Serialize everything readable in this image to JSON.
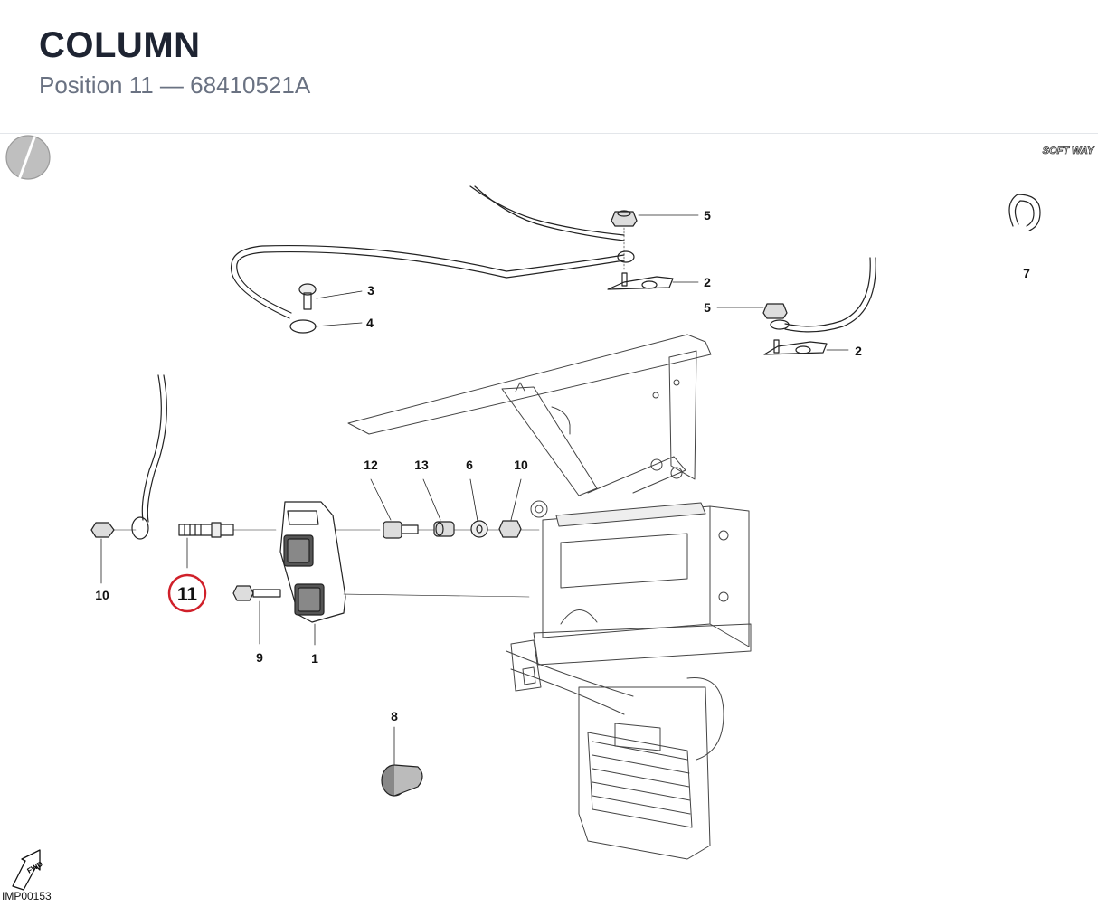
{
  "header": {
    "title": "COLUMN",
    "subtitle": "Position 11 — 68410521A"
  },
  "diagram": {
    "highlighted_position": "11",
    "highlight_color": "#d0202a",
    "callouts": {
      "c1": "1",
      "c2a": "2",
      "c2b": "2",
      "c3": "3",
      "c4": "4",
      "c5a": "5",
      "c5b": "5",
      "c6": "6",
      "c7": "7",
      "c8": "8",
      "c9": "9",
      "c10a": "10",
      "c10b": "10",
      "c11": "11",
      "c12": "12",
      "c13": "13"
    },
    "brand_logo": "SOFT WAY",
    "fwd_label": "FWD",
    "drawing_code": "IMP00153"
  }
}
